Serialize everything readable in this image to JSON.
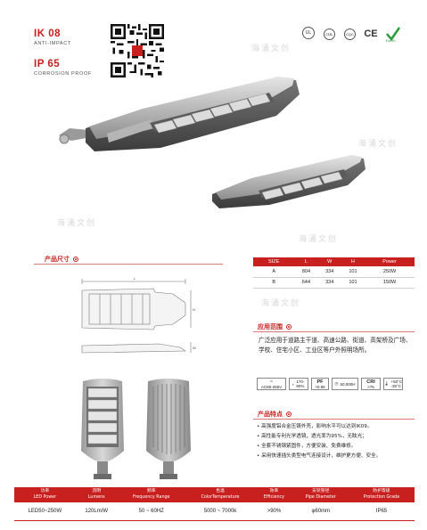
{
  "ratings": {
    "ik_code": "IK 08",
    "ik_sub": "ANTI-IMPACT",
    "ip_code": "IP 65",
    "ip_sub": "CORROSION PROOF"
  },
  "certs": [
    "UL",
    "cUL",
    "CQC",
    "CE",
    "RoHS"
  ],
  "watermark": "海涌文创",
  "product_size": {
    "title": "产品尺寸",
    "dim_labels": {
      "length": "L",
      "height": "H",
      "width": "W"
    },
    "table": {
      "headers": [
        "SIZE",
        "L",
        "W",
        "H",
        "Power"
      ],
      "rows": [
        [
          "A",
          "804",
          "334",
          "101",
          "250W"
        ],
        [
          "B",
          "644",
          "334",
          "101",
          "150W"
        ]
      ]
    }
  },
  "application": {
    "title": "应用范围",
    "lines": [
      "广泛应用于道路主干道、高速公路、街道、高架桥及广场、",
      "学校、住宅小区、工业区等户外照明场所。"
    ]
  },
  "specs": {
    "voltage": "AC85-265V",
    "pf_label": "PF",
    "pf_value": ">0.95",
    "lifetime": "50,000H",
    "cri_label": "CRI",
    "cri_value": ">75",
    "temp_high": "+50°C",
    "temp_low": "-35°C",
    "efficiency_pct": "170-90%"
  },
  "features": {
    "title": "产品特点",
    "items": [
      "• 高强度铝合金压铸外壳，影响水平可以达到IK09。",
      "• 高性能专利光学透镜，透光率为95%，无眩光；",
      "• 全套不锈钢紧固件，方便安装、免费维修。",
      "• 采用快速插头类型电气连接设计，维护更方便、安全。"
    ]
  },
  "bottom_table": {
    "headers": [
      [
        "功率",
        "LED Power"
      ],
      [
        "流明",
        "Lumens"
      ],
      [
        "频率",
        "Frequency Range"
      ],
      [
        "色温",
        "ColorTemperature"
      ],
      [
        "效率",
        "Efficiency"
      ],
      [
        "安装管径",
        "Pipe Diameter"
      ],
      [
        "防护等级",
        "Protection Grade"
      ]
    ],
    "row": [
      "LED50~250W",
      "120Lm/W",
      "50 ~ 60HZ",
      "5000 ~ 7000k",
      ">90%",
      "φ60mm",
      "IP65"
    ]
  },
  "colors": {
    "accent": "#c8201e"
  }
}
